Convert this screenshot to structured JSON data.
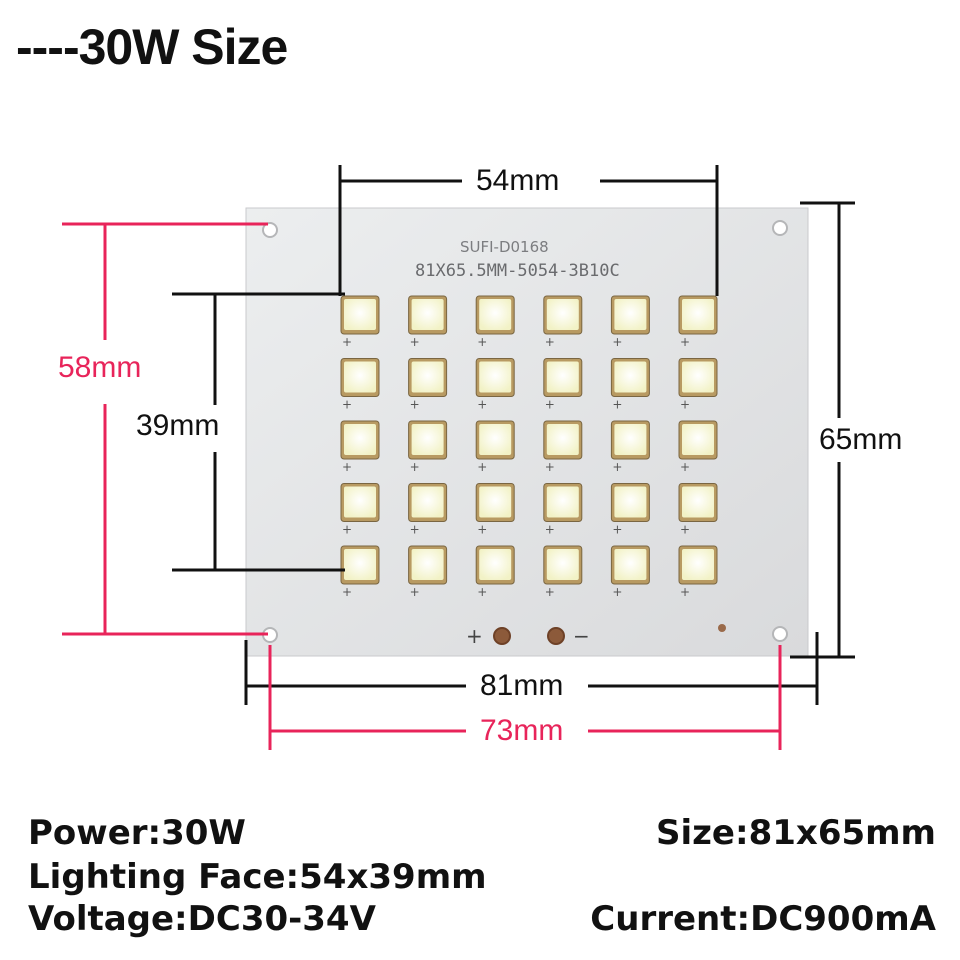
{
  "title": "----30W Size",
  "board": {
    "model_line1": "SUFI-D0168",
    "model_line2": "81X65.5MM-5054-3B10C",
    "led_grid": {
      "rows": 5,
      "cols": 6
    },
    "polarity_plus": "+",
    "polarity_minus": "−",
    "colors": {
      "board": "#e4e5e6",
      "led_frame": "#b89a62",
      "led": "#fbfbd6"
    }
  },
  "dimensions": {
    "led_width": "54mm",
    "led_height": "39mm",
    "hole_height": "58mm",
    "board_height": "65mm",
    "board_width": "81mm",
    "hole_width": "73mm",
    "colors": {
      "black": "#111111",
      "red": "#e8245a"
    }
  },
  "specs": {
    "power": "Power:30W",
    "lighting_face": "Lighting Face:54x39mm",
    "voltage": "Voltage:DC30-34V",
    "size": "Size:81x65mm",
    "current": "Current:DC900mA"
  }
}
